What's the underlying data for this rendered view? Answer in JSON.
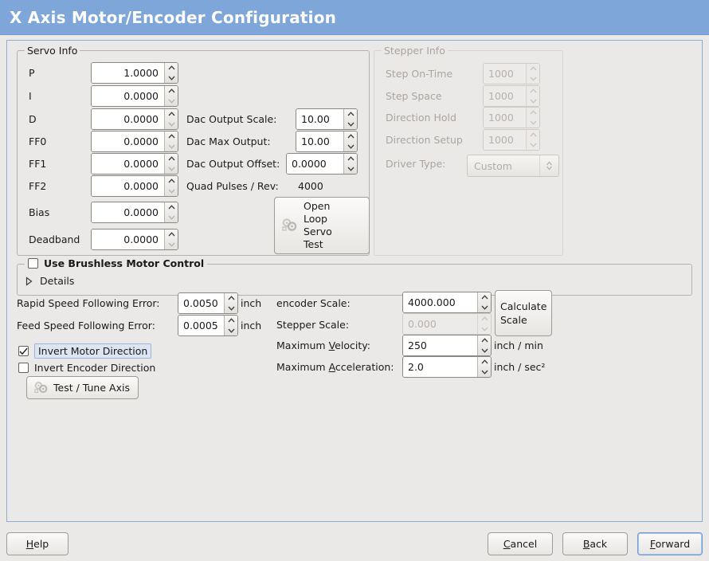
{
  "window": {
    "title": "X Axis Motor/Encoder Configuration",
    "title_bg": "#7ea6d9",
    "title_fg": "#ffffff",
    "bg": "#ebe9e7"
  },
  "servo_info": {
    "legend": "Servo Info",
    "rows": [
      {
        "label": "P",
        "value": "1.0000"
      },
      {
        "label": "I",
        "value": "0.0000"
      },
      {
        "label": "D",
        "value": "0.0000"
      },
      {
        "label": "FF0",
        "value": "0.0000"
      },
      {
        "label": "FF1",
        "value": "0.0000"
      },
      {
        "label": "FF2",
        "value": "0.0000"
      },
      {
        "label": "Bias",
        "value": "0.0000"
      },
      {
        "label": "Deadband",
        "value": "0.0000"
      }
    ],
    "dac_output_scale_label": "Dac Output Scale:",
    "dac_output_scale_value": "10.00",
    "dac_max_output_label": "Dac Max Output:",
    "dac_max_output_value": "10.00",
    "dac_output_offset_label": "Dac Output Offset:",
    "dac_output_offset_value": "0.0000",
    "quad_pulses_label": "Quad Pulses / Rev:",
    "quad_pulses_value": "4000",
    "open_loop_button": "Open\nLoop\nServo\nTest",
    "open_loop_lines": [
      "Open",
      "Loop",
      "Servo",
      "Test"
    ]
  },
  "stepper_info": {
    "legend": "Stepper Info",
    "enabled": false,
    "rows": [
      {
        "label": "Step On-Time",
        "value": "1000"
      },
      {
        "label": "Step Space",
        "value": "1000"
      },
      {
        "label": "Direction Hold",
        "value": "1000"
      },
      {
        "label": "Direction Setup",
        "value": "1000"
      }
    ],
    "driver_type_label": "Driver Type:",
    "driver_type_value": "Custom"
  },
  "brushless": {
    "checkbox_label": "Use Brushless Motor Control",
    "checked": false,
    "details_label": "Details",
    "details_expanded": false
  },
  "errors": {
    "rapid_label": "Rapid Speed Following Error:",
    "rapid_value": "0.0050",
    "rapid_unit": "inch",
    "feed_label": "Feed Speed Following Error:",
    "feed_value": "0.0005",
    "feed_unit": "inch"
  },
  "inverts": {
    "motor_label": "Invert Motor Direction",
    "motor_checked": true,
    "motor_focused": true,
    "encoder_label": "Invert Encoder Direction",
    "encoder_checked": false
  },
  "test_tune": {
    "label": "Test / Tune Axis",
    "icon": "gears-icon"
  },
  "scales": {
    "encoder_label": "encoder Scale:",
    "encoder_value": "4000.000",
    "stepper_label": "Stepper Scale:",
    "stepper_value": "0.000",
    "stepper_enabled": false,
    "calculate_lines": [
      "Calculate",
      "Scale"
    ],
    "max_velocity_label_pre": "Maximum ",
    "max_velocity_label_accel": "V",
    "max_velocity_label_post": "elocity:",
    "max_velocity_value": "250",
    "max_velocity_unit": "inch / min",
    "max_accel_label_pre": "Maximum ",
    "max_accel_label_accel": "A",
    "max_accel_label_post": "cceleration:",
    "max_accel_value": "2.0",
    "max_accel_unit": "inch / sec²"
  },
  "actions": {
    "help": {
      "pre": "",
      "accel": "H",
      "post": "elp"
    },
    "cancel": {
      "pre": "",
      "accel": "C",
      "post": "ancel"
    },
    "back": {
      "pre": "",
      "accel": "B",
      "post": "ack"
    },
    "forward": {
      "pre": "",
      "accel": "F",
      "post": "orward",
      "focused": true
    }
  }
}
